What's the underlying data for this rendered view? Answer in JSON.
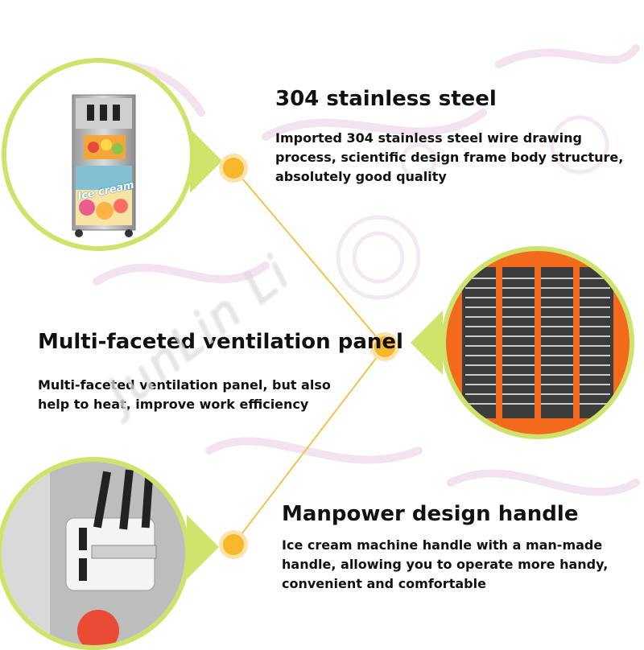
{
  "features": [
    {
      "title": "304 stainless steel",
      "description": "Imported 304 stainless steel wire drawing process, scientific design frame body structure, absolutely good quality"
    },
    {
      "title": "Multi-faceted ventilation panel",
      "description": "Multi-faceted ventilation panel, but also help to heat, improve work efficiency"
    },
    {
      "title": "Manpower design handle",
      "description": "Ice cream machine handle with a man-made handle, allowing you to operate more handy, convenient and comfortable"
    }
  ],
  "machine_label": "Ice cream",
  "watermark": "JunLin Li",
  "colors": {
    "frame_ring": "#cfe36a",
    "dot": "#f7b72b",
    "dot_halo": "#fde3a8",
    "connector_line": "#f3c34f",
    "vent_orange": "#f26a1b",
    "background_swirl": "#f4e6f2"
  },
  "icons": [
    "ice-cream-machine-image",
    "ventilation-panel-image",
    "dispenser-handle-image"
  ]
}
